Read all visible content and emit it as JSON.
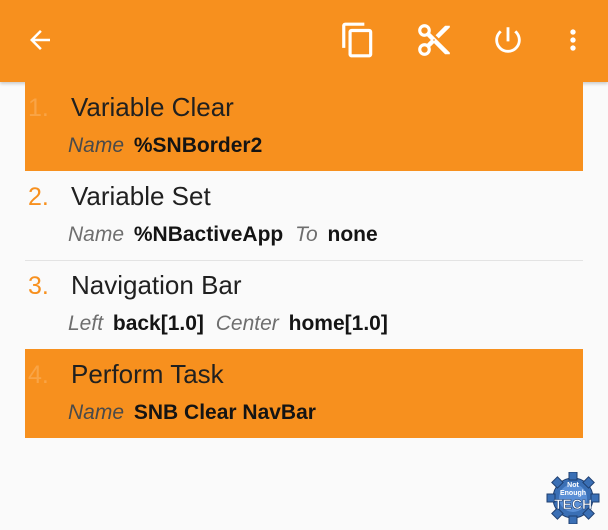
{
  "toolbar": {
    "back_icon": "arrow-left-icon",
    "copy_icon": "copy-icon",
    "cut_icon": "scissors-icon",
    "power_icon": "power-icon",
    "more_icon": "more-vert-icon",
    "accent_color": "#f7901e"
  },
  "actions": [
    {
      "number": "1.",
      "title": "Variable Clear",
      "selected": true,
      "args": [
        {
          "key": "Name",
          "value": "%SNBorder2"
        }
      ]
    },
    {
      "number": "2.",
      "title": "Variable Set",
      "selected": false,
      "args": [
        {
          "key": "Name",
          "value": "%NBactiveApp"
        },
        {
          "key": "To",
          "value": "none"
        }
      ]
    },
    {
      "number": "3.",
      "title": "Navigation Bar",
      "selected": false,
      "args": [
        {
          "key": "Left",
          "value": "back[1.0]"
        },
        {
          "key": "Center",
          "value": "home[1.0]"
        }
      ]
    },
    {
      "number": "4.",
      "title": "Perform Task",
      "selected": true,
      "args": [
        {
          "key": "Name",
          "value": "SNB Clear NavBar"
        }
      ]
    }
  ],
  "watermark": {
    "line1": "Not",
    "line2": "Enough",
    "line3": "TECH"
  }
}
